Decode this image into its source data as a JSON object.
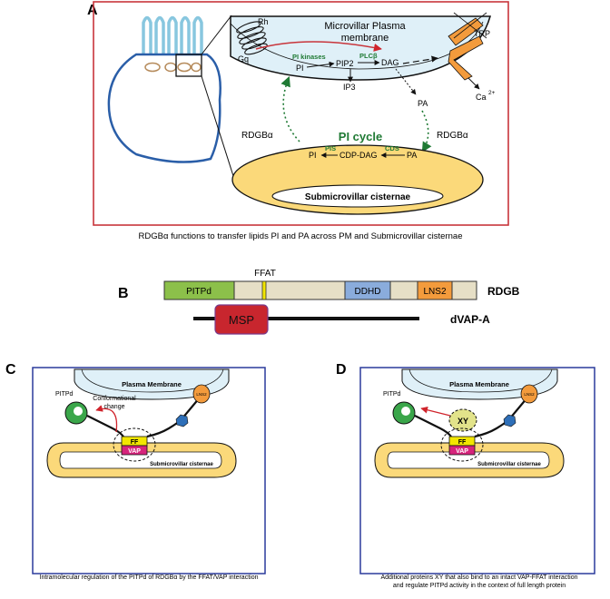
{
  "panel_a": {
    "letter": "A",
    "rh": "Rh",
    "membrane_line1": "Microvillar Plasma",
    "membrane_line2": "membrane",
    "gq": "Gq",
    "pi_kinases": "PI kinases",
    "plc": "PLCβ",
    "pi_top": "PI",
    "pip2": "PIP2",
    "dag": "DAG",
    "ip3": "IP3",
    "pa_top": "PA",
    "trp": "TRP",
    "calcium": "Ca",
    "calcium_sup": "2+",
    "rdgb_left": "RDGBα",
    "rdgb_right": "RDGBα",
    "pi_cycle": "PI cycle",
    "pis": "PIS",
    "cds": "CDS",
    "pi_bottom": "PI",
    "cdp_dag": "CDP-DAG",
    "pa_bottom": "PA",
    "cisternae": "Submicrovillar cisternae",
    "caption": "RDGBα functions to transfer lipids PI and PA across PM and Submicrovillar cisternae",
    "colors": {
      "frame": "#c8353b",
      "pi_cycle": "#1f7a34",
      "cisterna_fill": "#fbd97a",
      "membrane_fill": "#dff0f8"
    }
  },
  "panel_b": {
    "letter": "B",
    "ffat": "FFAT",
    "pitpd": "PITPd",
    "ddhd": "DDHD",
    "lns2": "LNS2",
    "rdgb": "RDGB",
    "msp": "MSP",
    "dvap": "dVAP-A",
    "colors": {
      "pitpd": "#8cc04a",
      "ddhd": "#8aacdc",
      "lns2": "#f39b3c",
      "body": "#e6dfc6",
      "msp": "#c8262e",
      "ffat": "#f2e600"
    }
  },
  "panel_c": {
    "letter": "C",
    "plasma_membrane": "Plasma Membrane",
    "pitpd": "PITPd",
    "conformational_1": "Conformational",
    "conformational_2": "change",
    "lns2": "LNS2",
    "ff": "FF",
    "vap": "VAP",
    "cisternae": "Submicrovillar cisternae",
    "caption": "Intramolecular regulation of the PITPd of RDGBα by the FFAT/VAP interaction"
  },
  "panel_d": {
    "letter": "D",
    "plasma_membrane": "Plasma Membrane",
    "pitpd": "PITPd",
    "xy": "XY",
    "lns2": "LNS2",
    "ff": "FF",
    "vap": "VAP",
    "cisternae": "Submicrovillar cisternae",
    "caption_line1": "Additional proteins XY that also bind to an intact VAP-FFAT interaction",
    "caption_line2": "and regulate PITPd activity in the context of full length protein"
  }
}
